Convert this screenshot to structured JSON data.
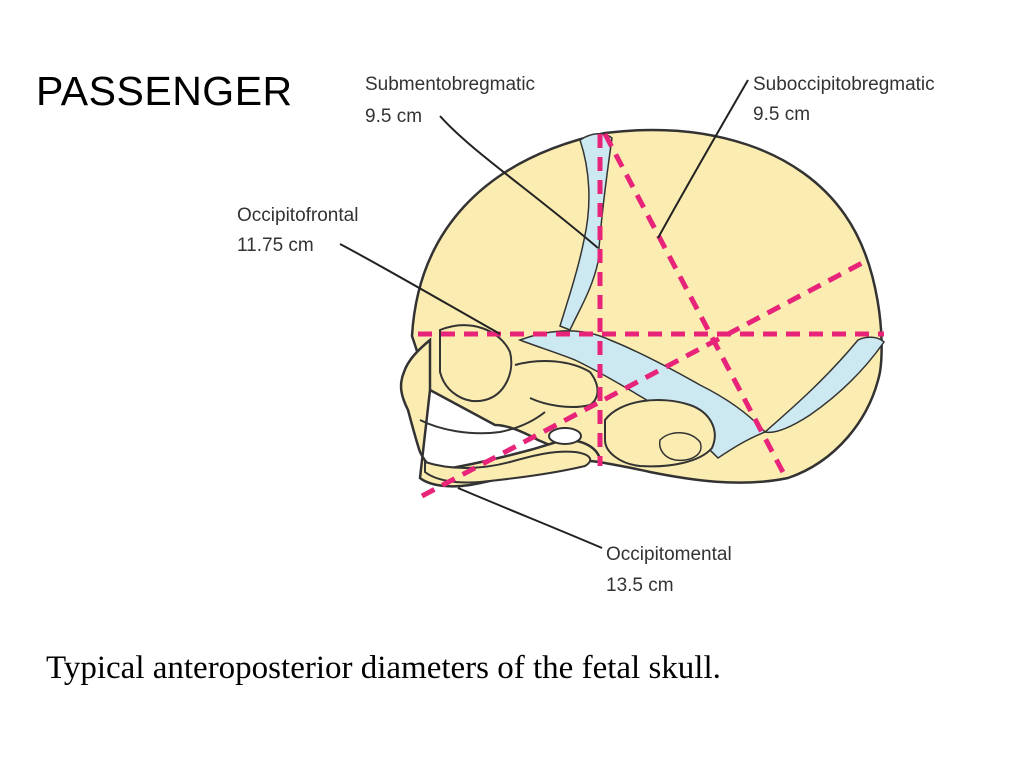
{
  "slide": {
    "title": "PASSENGER",
    "caption": "Typical anteroposterior diameters of the fetal skull."
  },
  "diameters": [
    {
      "id": "submentobregmatic",
      "name": "Submentobregmatic",
      "value": "9.5 cm"
    },
    {
      "id": "suboccipitobregmatic",
      "name": "Suboccipitobregmatic",
      "value": "9.5 cm"
    },
    {
      "id": "occipitofrontal",
      "name": "Occipitofrontal",
      "value": "11.75 cm"
    },
    {
      "id": "occipitomental",
      "name": "Occipitomental",
      "value": "13.5 cm"
    }
  ],
  "colors": {
    "skull_fill": "#FBEDB1",
    "fontanelle_fill": "#CCE9F1",
    "outline": "#333333",
    "diameter_line": "#E8237A",
    "leader_line": "#222222",
    "label_text": "#333333"
  }
}
